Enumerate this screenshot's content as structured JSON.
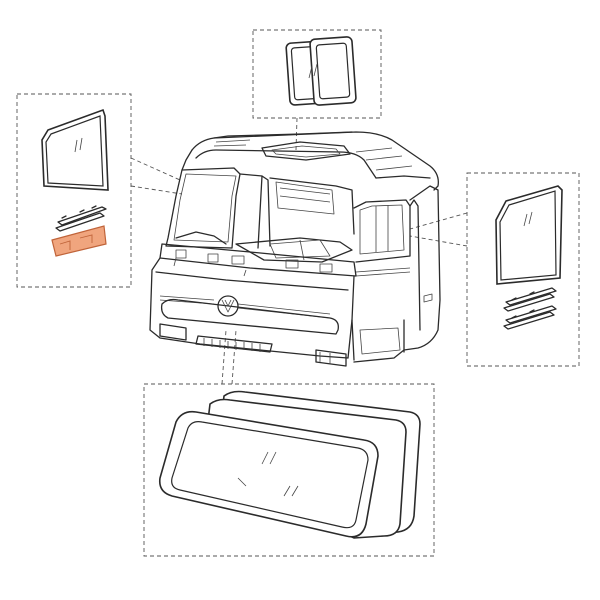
{
  "diagram": {
    "colors": {
      "line": "#2b2b2b",
      "dash": "#555555",
      "highlight_fill": "#f0a57e",
      "highlight_stroke": "#c0643a",
      "background": "#ffffff"
    },
    "highlighted_part": "left-door-window-guide-strip",
    "parts": [
      "left-door-window-glass",
      "left-door-window-guide-strip",
      "roof-hatch-glass",
      "right-door-window-glass",
      "right-door-window-guide-strips",
      "windshield-glass",
      "windshield-seal",
      "truck-cab"
    ]
  }
}
